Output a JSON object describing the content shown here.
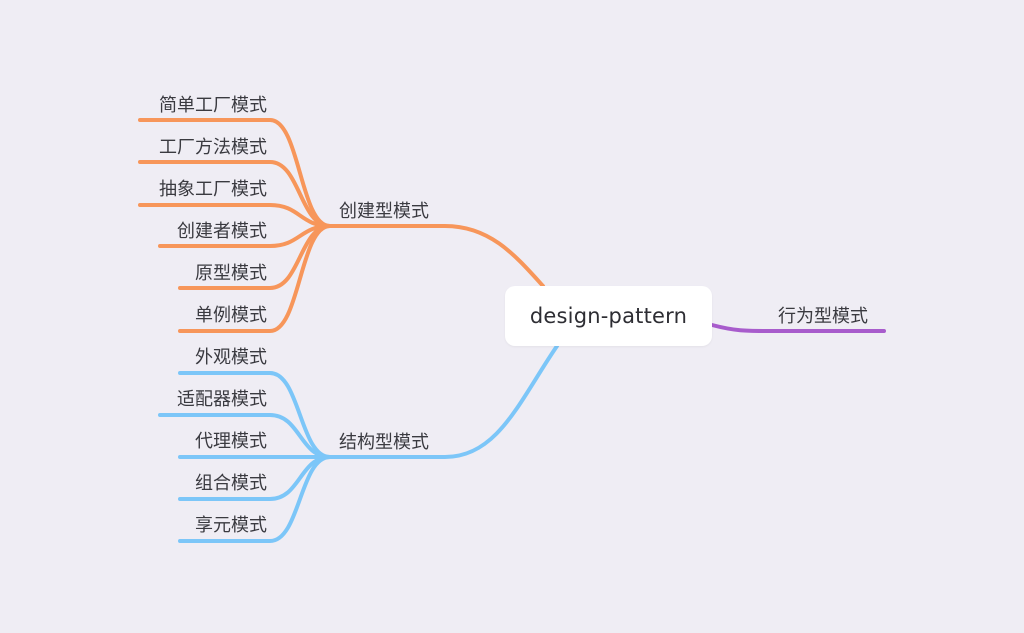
{
  "root": {
    "label": "design-pattern"
  },
  "colors": {
    "background": "#efedf4",
    "creational": "#f7965a",
    "structural": "#7cc6f8",
    "behavioral": "#a85ccc"
  },
  "branches": {
    "creational": {
      "label": "创建型模式",
      "children": [
        "简单工厂模式",
        "工厂方法模式",
        "抽象工厂模式",
        "创建者模式",
        "原型模式",
        "单例模式"
      ]
    },
    "structural": {
      "label": "结构型模式",
      "children": [
        "外观模式",
        "适配器模式",
        "代理模式",
        "组合模式",
        "享元模式"
      ]
    },
    "behavioral": {
      "label": "行为型模式"
    }
  }
}
